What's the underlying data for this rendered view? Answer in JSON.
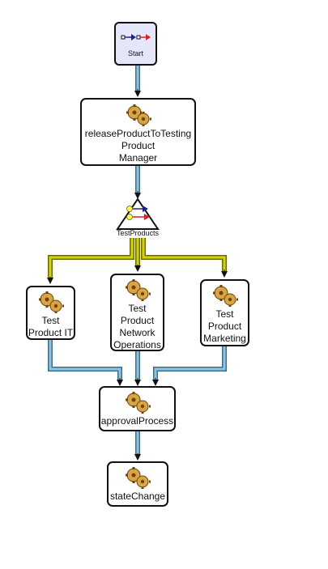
{
  "nodes": {
    "start": {
      "label": "Start",
      "icon": "start-arrows-icon"
    },
    "release": {
      "lines": [
        "releaseProductToTesting",
        "Product",
        "Manager"
      ],
      "icon": "gear-icon"
    },
    "fork": {
      "label": "TestProducts",
      "icon": "fork-triangle-icon"
    },
    "test_it": {
      "lines": [
        "Test",
        "Product IT"
      ],
      "icon": "gear-icon"
    },
    "test_network": {
      "lines": [
        "Test",
        "Product",
        "Network",
        "Operations"
      ],
      "icon": "gear-icon"
    },
    "test_marketing": {
      "lines": [
        "Test",
        "Product",
        "Marketing"
      ],
      "icon": "gear-icon"
    },
    "approval": {
      "label": "approvalProcess",
      "icon": "gear-icon"
    },
    "state": {
      "label": "stateChange",
      "icon": "gear-icon"
    }
  },
  "colors": {
    "flow_blue": "#6aa8d0",
    "flow_yellow": "#c8c800",
    "start_fill": "#e6e6fa",
    "gear": "#d9a441"
  }
}
